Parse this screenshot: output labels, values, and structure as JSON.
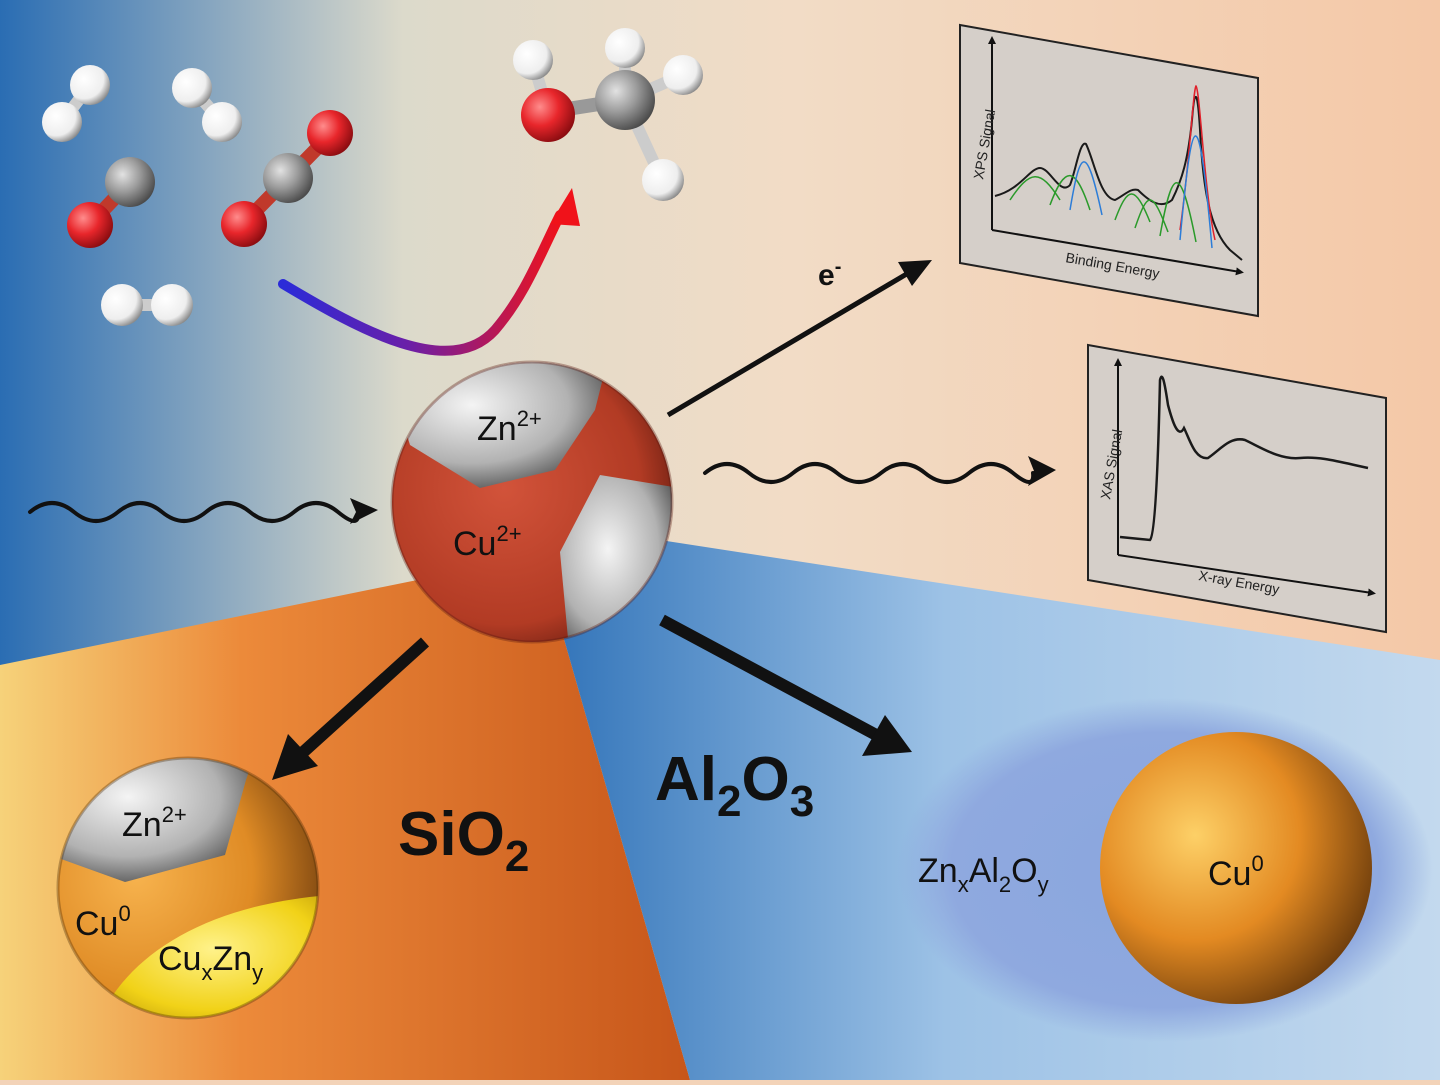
{
  "support_labels": {
    "sio2": {
      "base": "SiO",
      "sub": "2"
    },
    "al2o3": {
      "a": "Al",
      "a_sub": "2",
      "b": "O",
      "b_sub": "3"
    }
  },
  "center_particle": {
    "zn": {
      "base": "Zn",
      "sup": "2+"
    },
    "cu": {
      "base": "Cu",
      "sup": "2+"
    }
  },
  "left_particle": {
    "zn": {
      "base": "Zn",
      "sup": "2+"
    },
    "cu0": {
      "base": "Cu",
      "sup": "0"
    },
    "cuxzny": {
      "a": "Cu",
      "a_sub": "x",
      "b": "Zn",
      "b_sub": "y"
    }
  },
  "right_particle": {
    "shell": {
      "a": "Zn",
      "a_sub": "x",
      "b": "Al",
      "b_sub": "2",
      "c": "O",
      "c_sub": "y"
    },
    "cu0": {
      "base": "Cu",
      "sup": "0"
    }
  },
  "electron_label": {
    "base": "e",
    "sup": "-"
  },
  "xps_panel": {
    "ylabel": "XPS Signal",
    "xlabel": "Binding Energy"
  },
  "xas_panel": {
    "ylabel": "XAS Signal",
    "xlabel": "X-ray Energy"
  },
  "colors": {
    "copper_oxide": "#c0432a",
    "copper_metal": "#e08a1e",
    "zinc_oxide": "#9a9a9a",
    "alloy": "#f2d21a",
    "sio2_region": "#e0731f",
    "al2o3_region": "#7fb0dc",
    "oxygen_atom": "#e8262b",
    "carbon_atom": "#9b9b9b",
    "hydrogen_atom": "#ffffff"
  }
}
